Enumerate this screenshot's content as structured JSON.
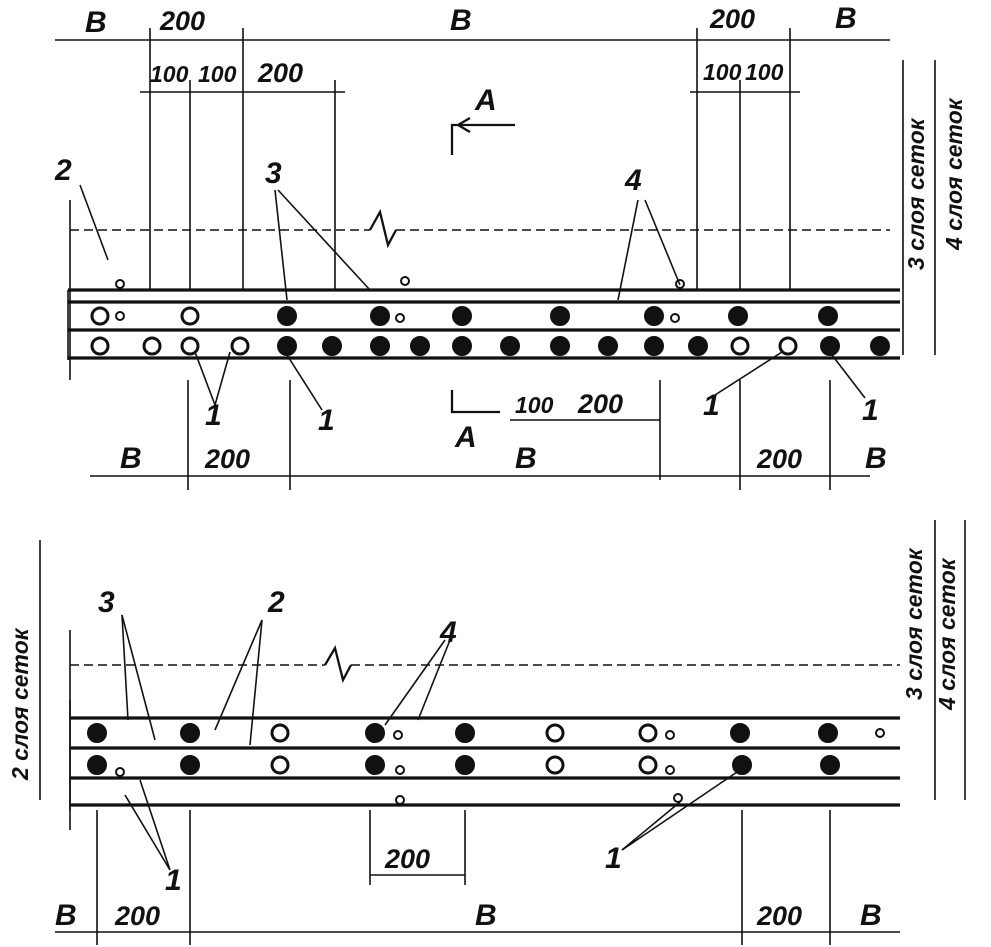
{
  "labels": {
    "b": "В",
    "d200": "200",
    "d100": "100",
    "section": "А",
    "layers2": "2 слоя сеток",
    "layers3": "3 слоя сеток",
    "layers4": "4 слоя сеток",
    "n1": "1",
    "n2": "2",
    "n3": "3",
    "n4": "4"
  },
  "colors": {
    "ink": "#111111",
    "paper": "#ffffff"
  },
  "icons": [
    "section-arrow-icon",
    "break-line-icon",
    "dimension-tick-icon"
  ]
}
